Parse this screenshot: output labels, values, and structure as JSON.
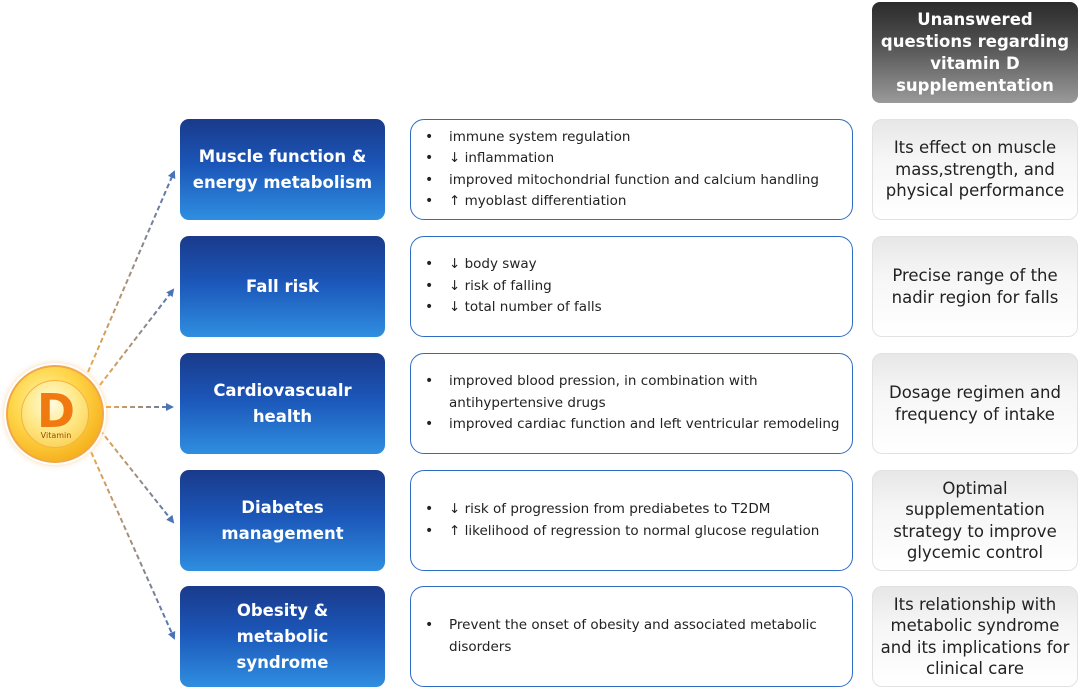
{
  "header": {
    "title": "Unanswered questions regarding vitamin D supplementation"
  },
  "vitamin": {
    "letter": "D",
    "word": "Vitamin",
    "colors": {
      "orange": "#f07a10",
      "gold": "#f6b21e"
    }
  },
  "rows": [
    {
      "category": "Muscle function & energy metabolism",
      "effects": [
        "immune system regulation",
        "↓ inflammation",
        "improved mitochondrial function and calcium handling",
        "↑ myoblast differentiation"
      ],
      "question": "Its effect on muscle mass,strength, and physical performance"
    },
    {
      "category": "Fall risk",
      "effects": [
        "↓ body sway",
        "↓ risk of falling",
        "↓ total number of falls"
      ],
      "question": "Precise range of the nadir region for falls"
    },
    {
      "category": "Cardiovascualr health",
      "effects": [
        "improved blood pression, in combination with antihypertensive drugs",
        "improved cardiac function and left ventricular remodeling"
      ],
      "question": "Dosage regimen and frequency of intake"
    },
    {
      "category": "Diabetes management",
      "effects": [
        "↓ risk of progression from prediabetes to T2DM",
        "↑ likelihood of regression to normal glucose regulation"
      ],
      "question": "Optimal supplementation strategy to improve glycemic control"
    },
    {
      "category": "Obesity & metabolic syndrome",
      "effects": [
        "Prevent the onset of obesity and associated metabolic disorders"
      ],
      "question": "Its relationship with metabolic syndrome and its implications for clinical care"
    }
  ],
  "colors": {
    "category_blue": "#1b56b8",
    "effects_border": "#2f6dc4",
    "arrow_blue": "#4a74b8",
    "arrow_orange": "#f0a84a",
    "header_gray": "#4a4a4a"
  }
}
